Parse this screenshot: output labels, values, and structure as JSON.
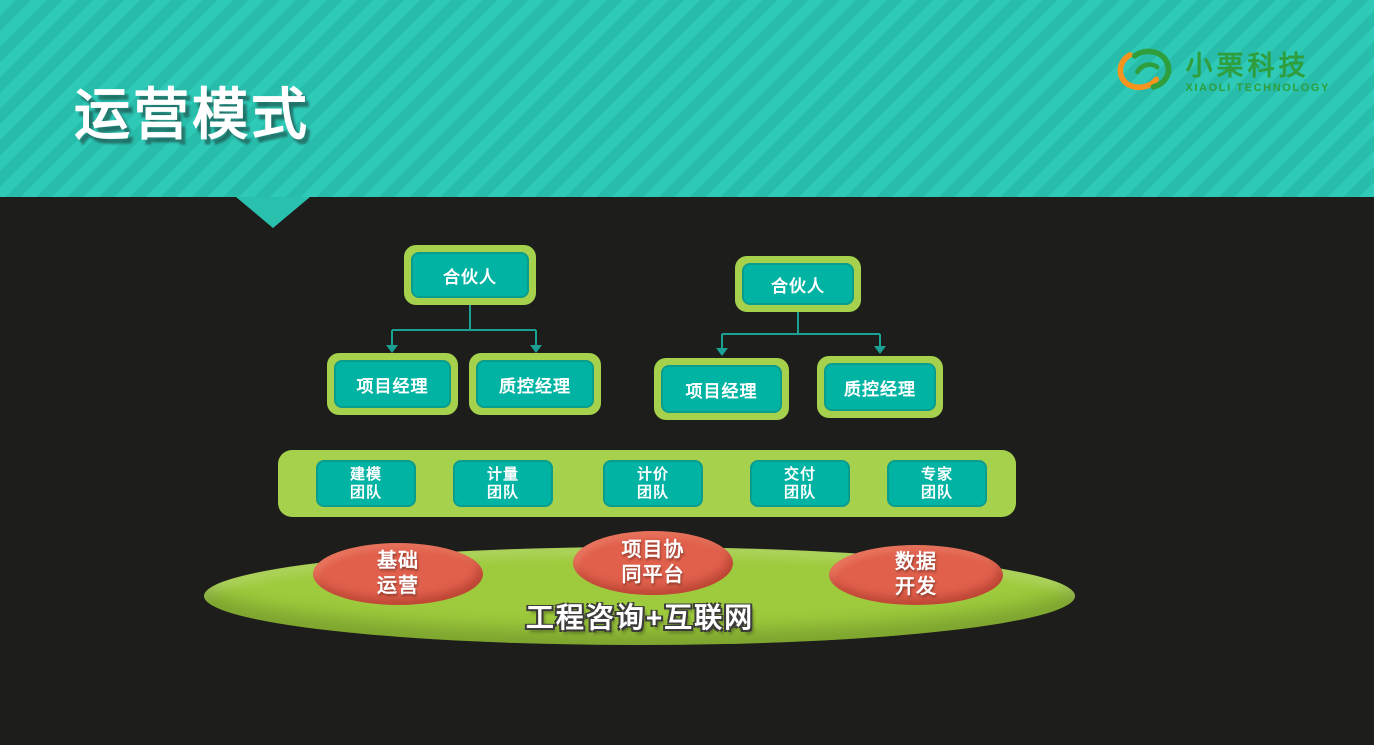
{
  "header": {
    "title": "运营模式"
  },
  "logo": {
    "name": "小栗科技",
    "subtitle": "XIAOLI TECHNOLOGY"
  },
  "org": {
    "partners": [
      {
        "label": "合伙人"
      },
      {
        "label": "合伙人"
      }
    ],
    "managers": [
      {
        "label": "项目经理"
      },
      {
        "label": "质控经理"
      },
      {
        "label": "项目经理"
      },
      {
        "label": "质控经理"
      }
    ],
    "teams": [
      {
        "line1": "建模",
        "line2": "团队"
      },
      {
        "line1": "计量",
        "line2": "团队"
      },
      {
        "line1": "计价",
        "line2": "团队"
      },
      {
        "line1": "交付",
        "line2": "团队"
      },
      {
        "line1": "专家",
        "line2": "团队"
      }
    ]
  },
  "platform": {
    "label": "工程咨询+互联网",
    "bubbles": [
      {
        "line1": "基础",
        "line2": "运营"
      },
      {
        "line1": "项目协",
        "line2": "同平台"
      },
      {
        "line1": "数据",
        "line2": "开发"
      }
    ]
  },
  "colors": {
    "banner_teal": "#2bc3b2",
    "background": "#1d1d1b",
    "light_green": "#a6d14c",
    "node_teal": "#00b3a3",
    "disc_green": "#9ecb3d",
    "bubble_red": "#e0604c",
    "logo_green": "#2f9e3d",
    "logo_orange": "#f7941d",
    "connector_teal": "#1aa193"
  }
}
